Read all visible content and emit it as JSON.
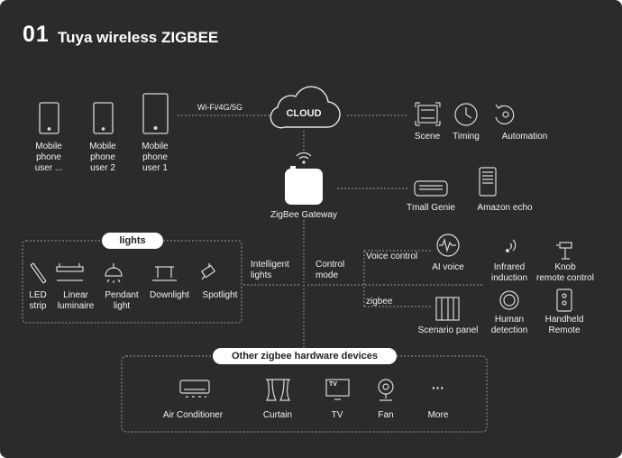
{
  "title": {
    "number": "01",
    "text": "Tuya wireless ZIGBEE"
  },
  "phones": [
    "Mobile\nphone\nuser ...",
    "Mobile\nphone\nuser 2",
    "Mobile\nphone\nuser 1"
  ],
  "link_label": "Wi-Fi/4G/5G",
  "cloud_label": "CLOUD",
  "cloud_features": [
    "Scene",
    "Timing",
    "Automation"
  ],
  "gateway_label": "ZigBee Gateway",
  "gateway_devices": [
    "Tmall Genie",
    "Amazon echo"
  ],
  "lights": {
    "header": "lights",
    "items": [
      "LED\nstrip",
      "Linear\nluminaire",
      "Pendant\nlight",
      "Downlight",
      "Spotlight"
    ]
  },
  "intelligent_lights": "Intelligent\nlights",
  "control_mode": "Control\nmode",
  "voice_control": "Voice control",
  "ai_voice": "AI voice",
  "zigbee_label": "zigbee",
  "scenario_panel": "Scenario panel",
  "controls": [
    "Infrared\ninduction",
    "Knob\nremote control",
    "Human\ndetection",
    "Handheld\nRemote"
  ],
  "other": {
    "header": "Other zigbee hardware devices",
    "items": [
      "Air Conditioner",
      "Curtain",
      "TV",
      "Fan",
      "More"
    ],
    "tv_badge": "TV",
    "more_glyph": "···"
  }
}
